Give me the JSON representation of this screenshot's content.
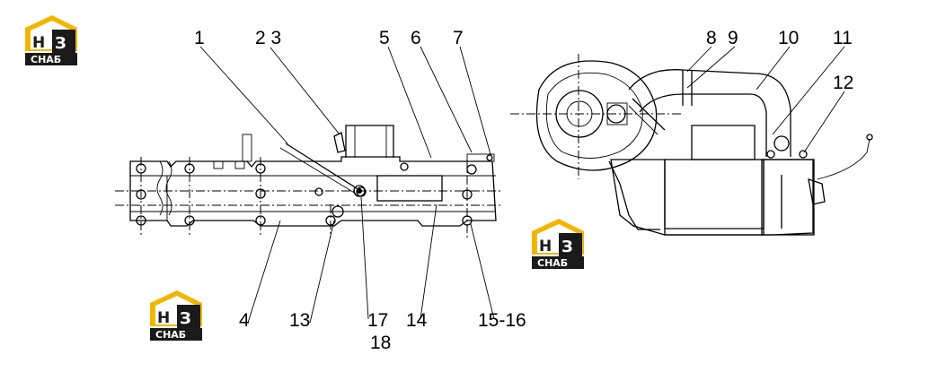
{
  "logo": {
    "top": "НЗ",
    "bottom": "СНАБ",
    "accent": "#f2b600",
    "dark": "#1a1a1a"
  },
  "callouts": {
    "c1": "1",
    "c23": "2 3",
    "c5": "5",
    "c6": "6",
    "c7": "7",
    "c8": "8",
    "c9": "9",
    "c10": "10",
    "c11": "11",
    "c12": "12",
    "c4": "4",
    "c13": "13",
    "c17": "17",
    "c18": "18",
    "c14": "14",
    "c1516": "15-16"
  }
}
